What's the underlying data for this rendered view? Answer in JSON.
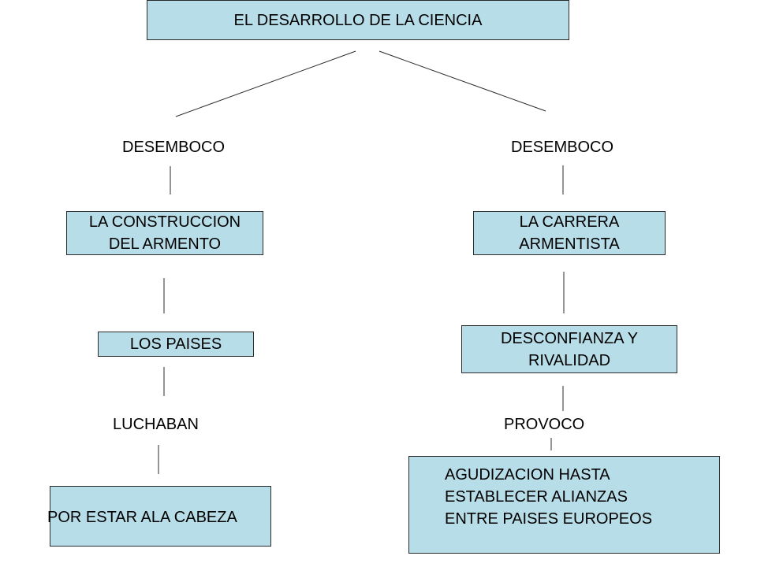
{
  "title": "EL DESARROLLO DE LA CIENCIA",
  "left": {
    "verb": "DESEMBOCO",
    "box1": [
      "LA CONSTRUCCION",
      "DEL ARMENTO"
    ],
    "box2": "LOS PAISES",
    "verb2": "LUCHABAN",
    "box3": "POR ESTAR ALA CABEZA"
  },
  "right": {
    "verb": "DESEMBOCO",
    "box1": [
      "LA CARRERA",
      "ARMENTISTA"
    ],
    "box2": [
      "DESCONFIANZA Y",
      "RIVALIDAD"
    ],
    "verb2": "PROVOCO",
    "box3": [
      "AGUDIZACION HASTA",
      "ESTABLECER ALIANZAS",
      "ENTRE PAISES EUROPEOS"
    ]
  },
  "colors": {
    "box_fill": "#b7dde8",
    "stroke": "#2b2b2b"
  }
}
